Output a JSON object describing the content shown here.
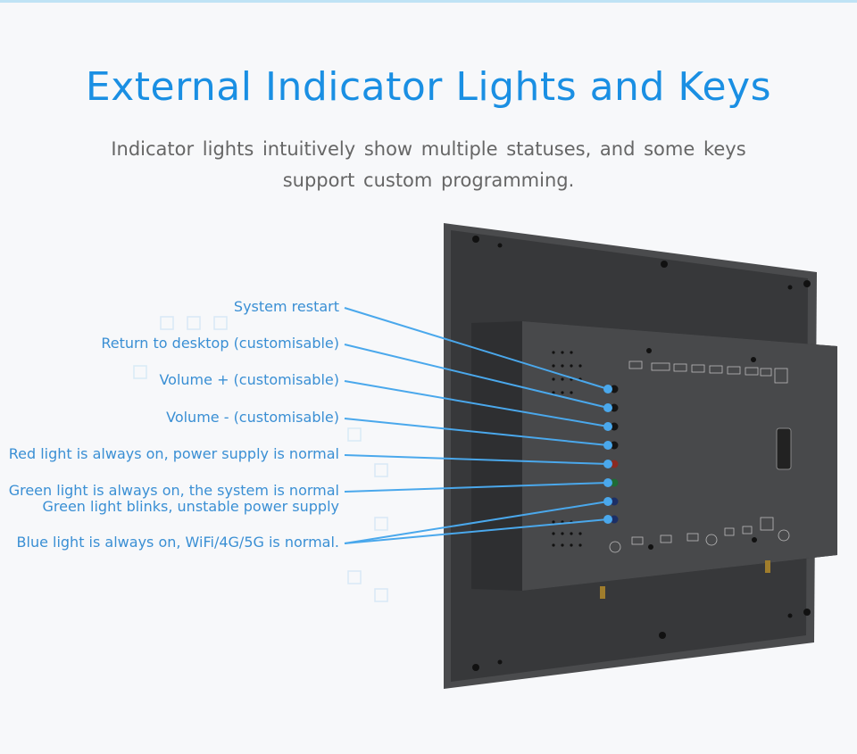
{
  "header": {
    "title": "External Indicator Lights and Keys",
    "subtitle": "Indicator lights intuitively show multiple statuses, and some keys support custom programming."
  },
  "callouts": [
    {
      "label": "System restart"
    },
    {
      "label": "Return to desktop (customisable)"
    },
    {
      "label": "Volume + (customisable)"
    },
    {
      "label": "Volume - (customisable)"
    },
    {
      "label": "Red light is always on, power supply is normal"
    },
    {
      "label": "Green light is always on, the system is normal"
    },
    {
      "label": "Green light blinks, unstable power supply"
    },
    {
      "label": "Blue light is always on, WiFi/4G/5G is normal."
    }
  ],
  "colors": {
    "accent": "#1a8fe3",
    "callout_line": "#4aa8ec",
    "device_body": "#3a3b3d",
    "red_led": "#8a2a22",
    "green_led": "#1f6b35",
    "blue_led": "#1c2f66"
  }
}
